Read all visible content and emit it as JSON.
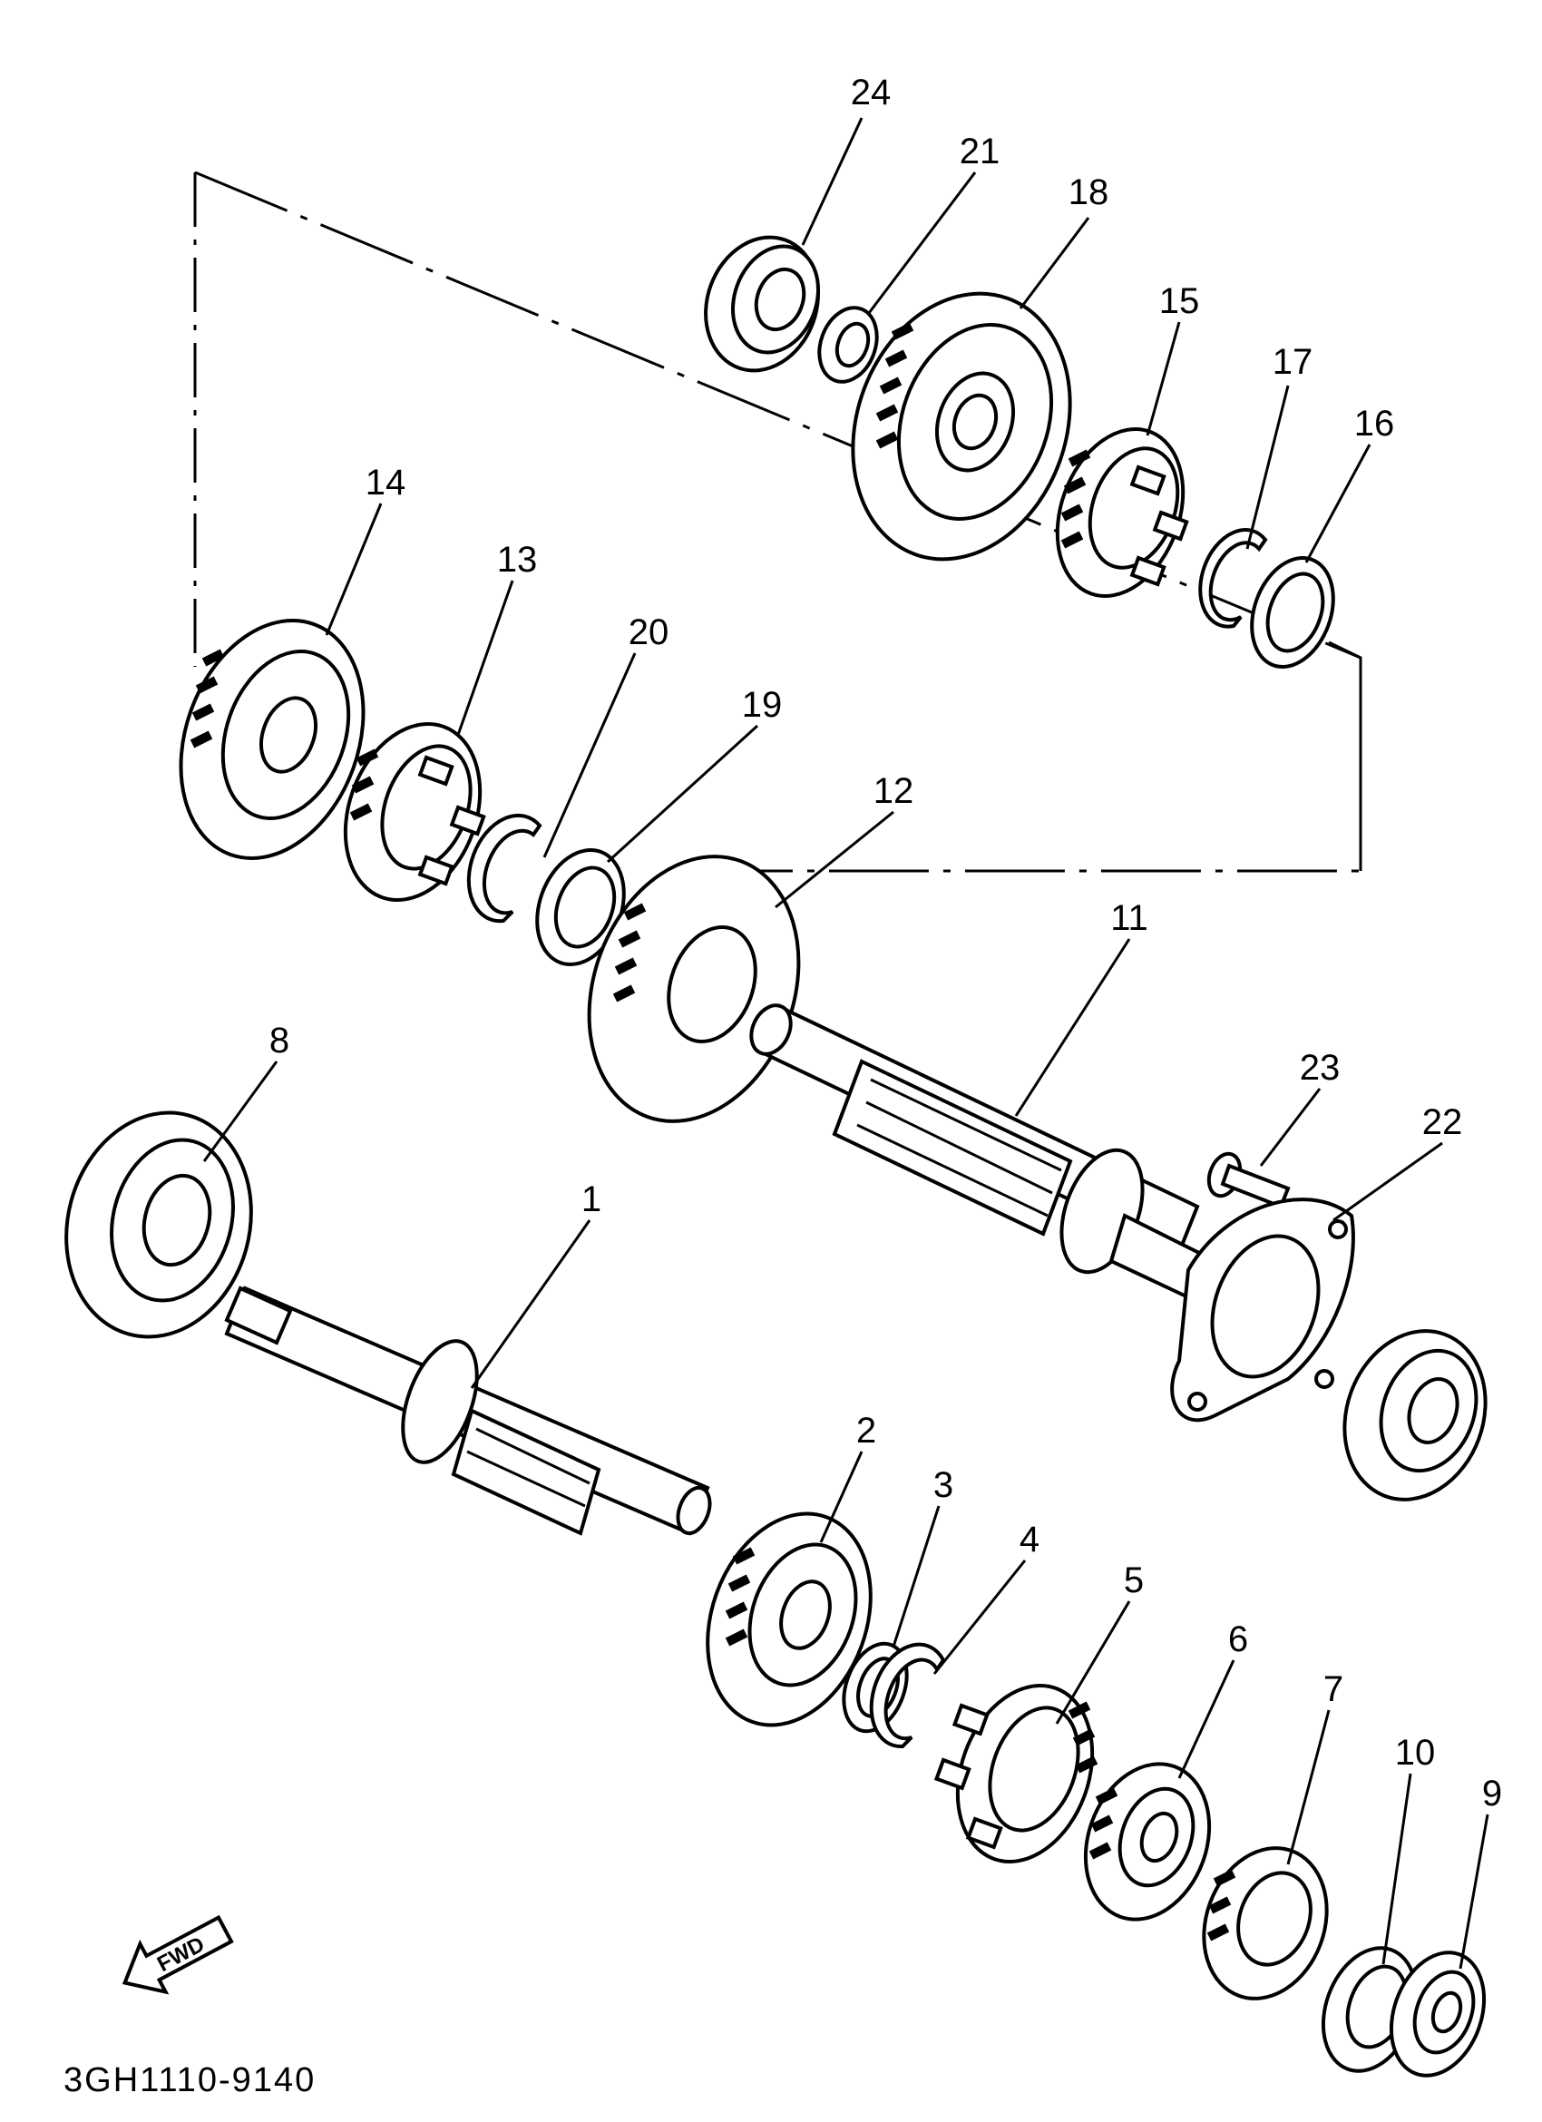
{
  "diagram": {
    "part_code": "3GH1110-9140",
    "fwd_label": "FWD",
    "callouts": [
      {
        "id": "c1",
        "label": "1"
      },
      {
        "id": "c2",
        "label": "2"
      },
      {
        "id": "c3",
        "label": "3"
      },
      {
        "id": "c4",
        "label": "4"
      },
      {
        "id": "c5",
        "label": "5"
      },
      {
        "id": "c6",
        "label": "6"
      },
      {
        "id": "c7",
        "label": "7"
      },
      {
        "id": "c8",
        "label": "8"
      },
      {
        "id": "c9",
        "label": "9"
      },
      {
        "id": "c10",
        "label": "10"
      },
      {
        "id": "c11",
        "label": "11"
      },
      {
        "id": "c12",
        "label": "12"
      },
      {
        "id": "c13",
        "label": "13"
      },
      {
        "id": "c14",
        "label": "14"
      },
      {
        "id": "c15",
        "label": "15"
      },
      {
        "id": "c16",
        "label": "16"
      },
      {
        "id": "c17",
        "label": "17"
      },
      {
        "id": "c18",
        "label": "18"
      },
      {
        "id": "c19",
        "label": "19"
      },
      {
        "id": "c20",
        "label": "20"
      },
      {
        "id": "c21",
        "label": "21"
      },
      {
        "id": "c22",
        "label": "22"
      },
      {
        "id": "c23",
        "label": "23"
      },
      {
        "id": "c24",
        "label": "24"
      }
    ]
  }
}
